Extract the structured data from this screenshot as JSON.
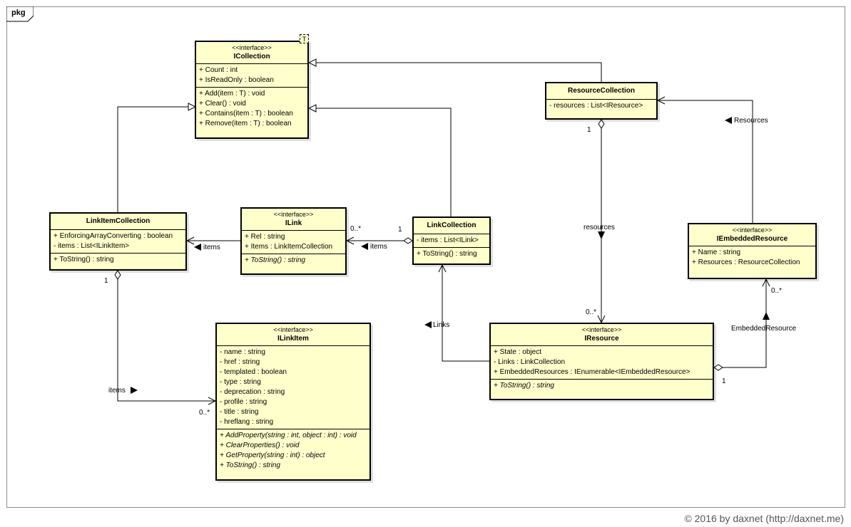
{
  "frame_label": "pkg",
  "template_param": "T",
  "classes": {
    "icollection": {
      "stereotype": "<<interface>>",
      "name": "ICollection",
      "attributes": [
        "+ Count : int",
        "+ IsReadOnly : boolean"
      ],
      "operations": [
        "+ Add(item : T) : void",
        "+ Clear() : void",
        "+ Contains(item : T) : boolean",
        "+ Remove(item : T) : boolean"
      ]
    },
    "resourcecollection": {
      "name": "ResourceCollection",
      "attributes": [
        "- resources : List<IResource>"
      ]
    },
    "linkitemcollection": {
      "name": "LinkItemCollection",
      "attributes": [
        "+ EnforcingArrayConverting : boolean",
        "- items : List<ILinkItem>"
      ],
      "operations": [
        "+ ToString() : string"
      ]
    },
    "ilink": {
      "stereotype": "<<interface>>",
      "name": "ILink",
      "attributes": [
        "+ Rel : string",
        "+ Items : LinkItemCollection"
      ],
      "operations": [
        "+ ToString() : string"
      ]
    },
    "linkcollection": {
      "name": "LinkCollection",
      "attributes": [
        "- items : List<ILink>"
      ],
      "operations": [
        "+ ToString() : string"
      ]
    },
    "iembeddedresource": {
      "stereotype": "<<interface>>",
      "name": "IEmbeddedResource",
      "attributes": [
        "+ Name : string",
        "+ Resources : ResourceCollection"
      ]
    },
    "ilinkitem": {
      "stereotype": "<<interface>>",
      "name": "ILinkItem",
      "attributes": [
        "- name : string",
        "- href : string",
        "- templated : boolean",
        "- type : string",
        "- deprecation : string",
        "- profile : string",
        "- title : string",
        "- hreflang : string"
      ],
      "operations": [
        "+ AddProperty(string : int, object : int) : void",
        "+ ClearProperties() : void",
        "+ GetProperty(string : int) : object",
        "+ ToString() : string"
      ]
    },
    "iresource": {
      "stereotype": "<<interface>>",
      "name": "IResource",
      "attributes": [
        "+ State : object",
        "- Links : LinkCollection",
        "+ EmbeddedResources : IEnumerable<IEmbeddedResource>"
      ],
      "operations": [
        "+ ToString() : string"
      ]
    }
  },
  "edge_labels": {
    "items_lic": "items",
    "items_lc": "items",
    "mult_ilink": "0..*",
    "mult_lc": "1",
    "mult_lic": "1",
    "items_ili": "items",
    "mult_ili": "0..*",
    "resources_assoc": "resources",
    "mult_rc": "1",
    "mult_ir": "0..*",
    "resources_back": "Resources",
    "links": "Links",
    "embedded": "EmbeddedResource",
    "mult_ier": "0..*",
    "mult_ir_emb": "1"
  },
  "copyright": "© 2016 by daxnet (http://daxnet.me)"
}
